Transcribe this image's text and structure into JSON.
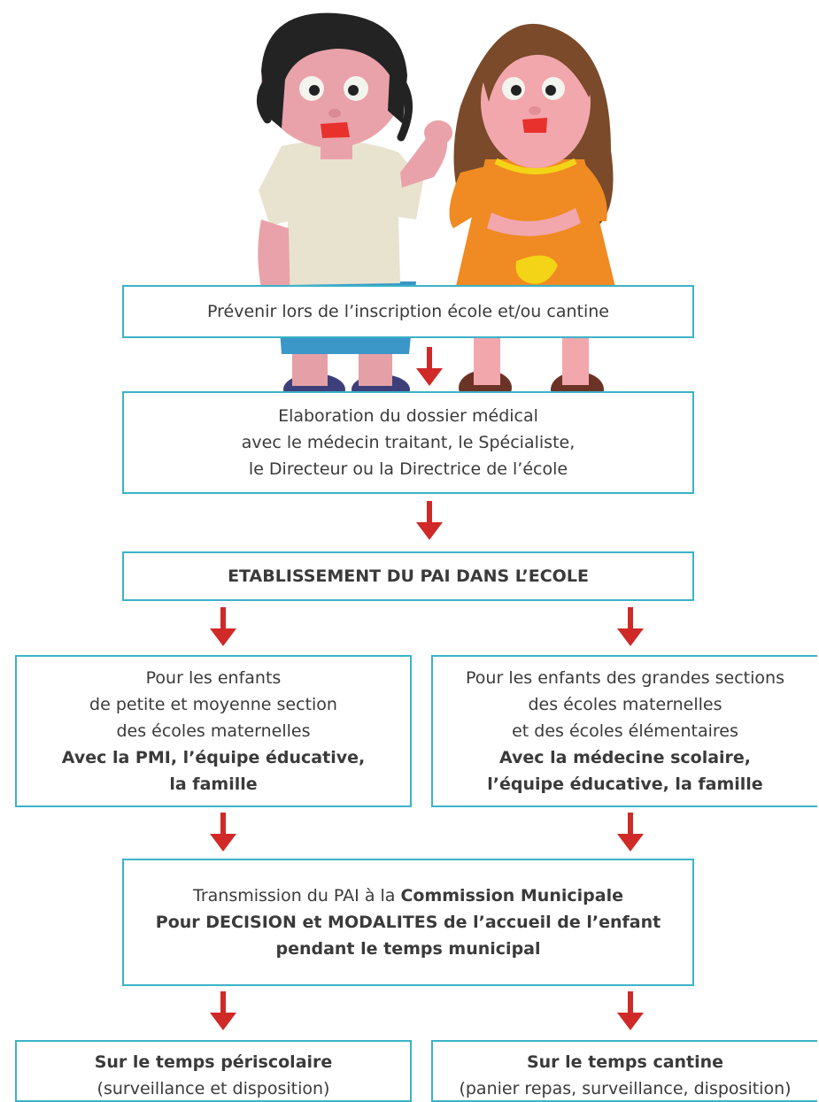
{
  "steps": {
    "prevenir": {
      "lines": [
        "Prévenir lors de l’inscription école et/ou cantine"
      ]
    },
    "elaboration": {
      "lines": [
        "Elaboration du dossier médical",
        "avec le médecin traitant, le Spécialiste,",
        "le Directeur ou la Directrice de l’école"
      ]
    },
    "etablissement": {
      "lines": [
        "ETABLISSEMENT DU PAI DANS L’ECOLE"
      ]
    },
    "petite_section": {
      "lines": [
        "Pour les enfants",
        "de petite et moyenne section",
        "des écoles maternelles"
      ],
      "bold_lines": [
        "Avec la PMI, l’équipe éducative,",
        "la famille"
      ]
    },
    "grande_section": {
      "lines": [
        "Pour les enfants des grandes sections",
        "des écoles maternelles",
        "et des écoles élémentaires"
      ],
      "bold_lines": [
        "Avec la médecine scolaire,",
        "l’équipe éducative, la famille"
      ]
    },
    "transmission": {
      "line1_prefix": "Transmission du PAI à la ",
      "line1_bold": "Commission Municipale",
      "bold_lines": [
        "Pour DECISION et MODALITES de l’accueil de l’enfant",
        "pendant le temps municipal"
      ]
    },
    "periscolaire": {
      "title": "Sur le temps périscolaire",
      "detail": "(surveillance et disposition)"
    },
    "cantine": {
      "title": "Sur le temps cantine",
      "detail": "(panier repas, surveillance, disposition)"
    }
  },
  "colors": {
    "box_border": "#3bb3c9",
    "arrow": "#cf2a27",
    "text": "#3a3a3a"
  }
}
